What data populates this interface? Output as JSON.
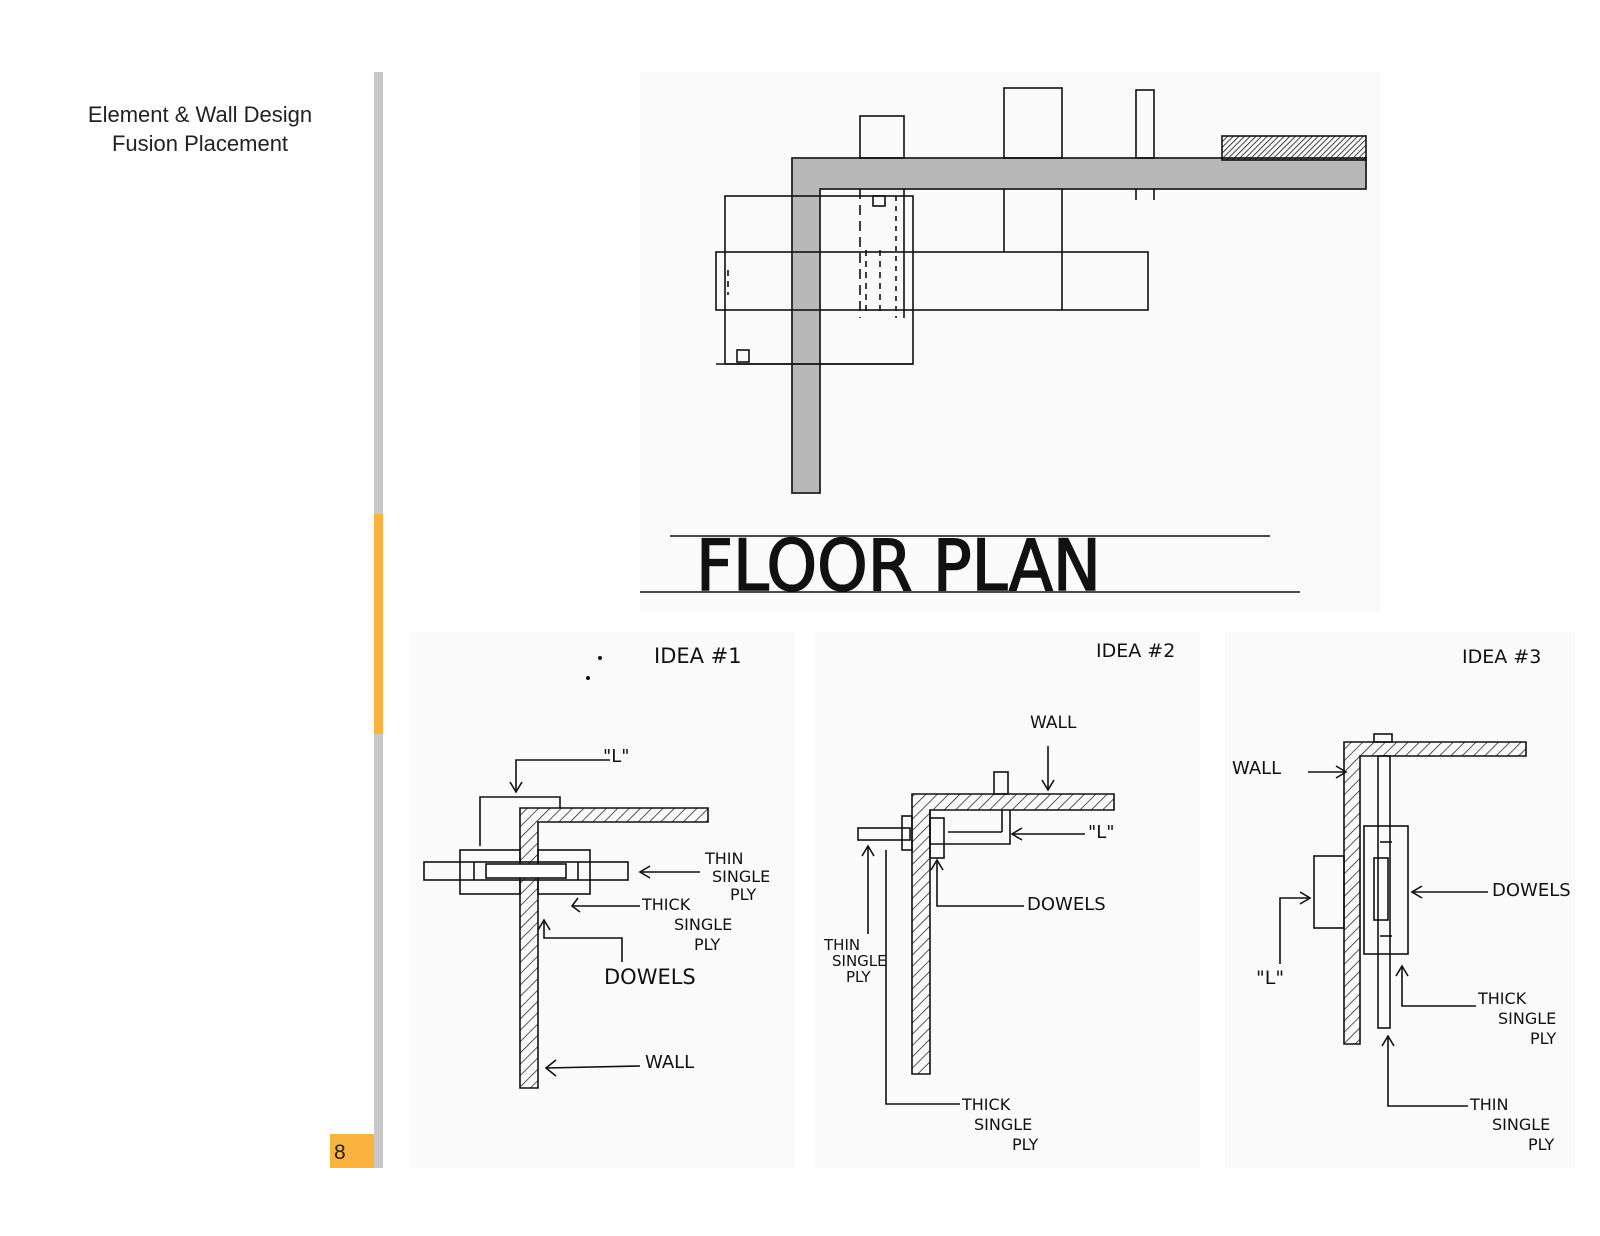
{
  "title": {
    "line1": "Element & Wall Design",
    "line2": "Fusion Placement"
  },
  "page_number": "8",
  "colors": {
    "accent": "#f9b23d",
    "rule": "#c8c8c8",
    "wall_fill": "#b8b8b8"
  },
  "floor_plan": {
    "label": "FLOOR PLAN"
  },
  "ideas": [
    {
      "heading": "IDEA #1",
      "labels": {
        "l": "\"L\"",
        "thin": [
          "THIN",
          "SINGLE",
          "PLY"
        ],
        "thick": [
          "THICK",
          "SINGLE",
          "PLY"
        ],
        "dowels": "DOWELS",
        "wall": "WALL"
      }
    },
    {
      "heading": "IDEA #2",
      "labels": {
        "wall": "WALL",
        "l": "\"L\"",
        "dowels": "DOWELS",
        "thin": [
          "THIN",
          "SINGLE",
          "PLY"
        ],
        "thick": [
          "THICK",
          "SINGLE",
          "PLY"
        ]
      }
    },
    {
      "heading": "IDEA #3",
      "labels": {
        "wall": "WALL",
        "dowels": "DOWELS",
        "l": "\"L\"",
        "thick": [
          "THICK",
          "SINGLE",
          "PLY"
        ],
        "thin": [
          "THIN",
          "SINGLE",
          "PLY"
        ]
      }
    }
  ]
}
